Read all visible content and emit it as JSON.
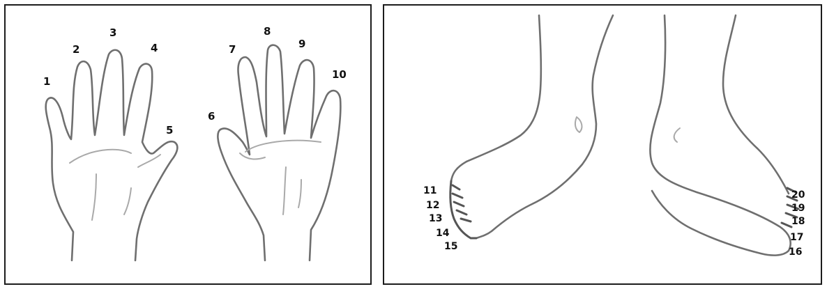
{
  "hands": {
    "labels": [
      "1",
      "2",
      "3",
      "4",
      "5",
      "6",
      "7",
      "8",
      "9",
      "10"
    ]
  },
  "feet": {
    "labels": [
      "11",
      "12",
      "13",
      "14",
      "15",
      "16",
      "17",
      "18",
      "19",
      "20"
    ]
  }
}
